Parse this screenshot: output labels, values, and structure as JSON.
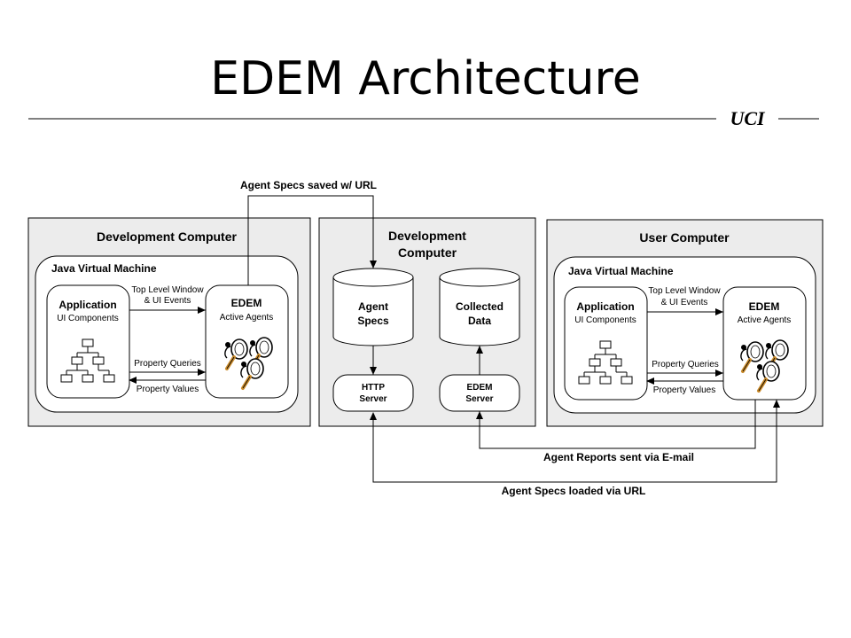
{
  "title": "EDEM Architecture",
  "logo": "UCI",
  "colors": {
    "panel_fill": "#ececec",
    "stroke": "#000000",
    "box_fill": "#ffffff",
    "agent_fill": "#ffffff",
    "agent_accent": "#c98a2a"
  },
  "panels": {
    "dev_left": {
      "title": "Development Computer",
      "jvm_title": "Java Virtual Machine",
      "application": {
        "title": "Application",
        "subtitle": "UI Components"
      },
      "edem": {
        "title": "EDEM",
        "subtitle": "Active Agents"
      },
      "arrow_top_line1": "Top Level Window",
      "arrow_top_line2": "& UI Events",
      "arrow_queries": "Property Queries",
      "arrow_values": "Property Values"
    },
    "dev_middle": {
      "title_line1": "Development",
      "title_line2": "Computer",
      "agent_specs_line1": "Agent",
      "agent_specs_line2": "Specs",
      "collected_line1": "Collected",
      "collected_line2": "Data",
      "http_line1": "HTTP",
      "http_line2": "Server",
      "edem_server_line1": "EDEM",
      "edem_server_line2": "Server"
    },
    "user": {
      "title": "User Computer",
      "jvm_title": "Java Virtual Machine",
      "application": {
        "title": "Application",
        "subtitle": "UI Components"
      },
      "edem": {
        "title": "EDEM",
        "subtitle": "Active Agents"
      },
      "arrow_top_line1": "Top Level Window",
      "arrow_top_line2": "& UI Events",
      "arrow_queries": "Property Queries",
      "arrow_values": "Property Values"
    }
  },
  "flows": {
    "specs_saved": "Agent Specs saved w/ URL",
    "reports_sent": "Agent Reports sent via E-mail",
    "specs_loaded": "Agent Specs loaded via URL"
  }
}
